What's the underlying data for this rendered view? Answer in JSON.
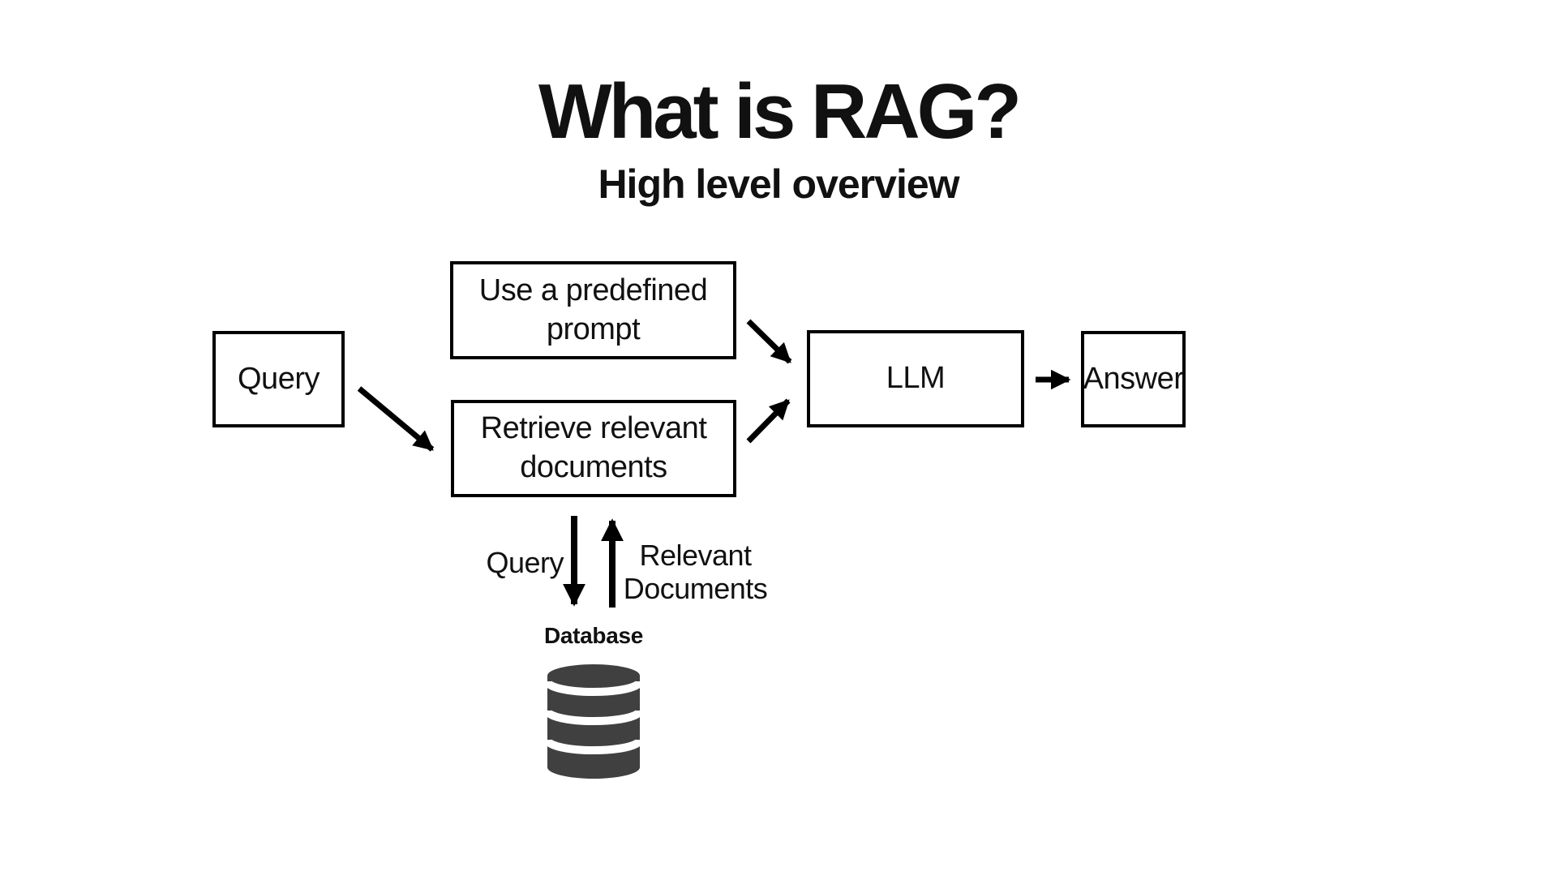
{
  "title": {
    "heading": "What is RAG?",
    "subheading": "High level overview"
  },
  "nodes": {
    "query": "Query",
    "prompt": "Use a predefined prompt",
    "retrieve": "Retrieve relevant documents",
    "llm": "LLM",
    "answer": "Answer"
  },
  "edge_labels": {
    "to_database": "Query",
    "from_database": "Relevant Documents",
    "database_caption": "Database"
  },
  "icons": {
    "database": "database-cylinder-stack"
  },
  "colors": {
    "background": "#ffffff",
    "box_border": "#000000",
    "box_fill": "#ffffff",
    "arrow": "#000000",
    "text": "#111111",
    "database_icon": "#404040"
  }
}
